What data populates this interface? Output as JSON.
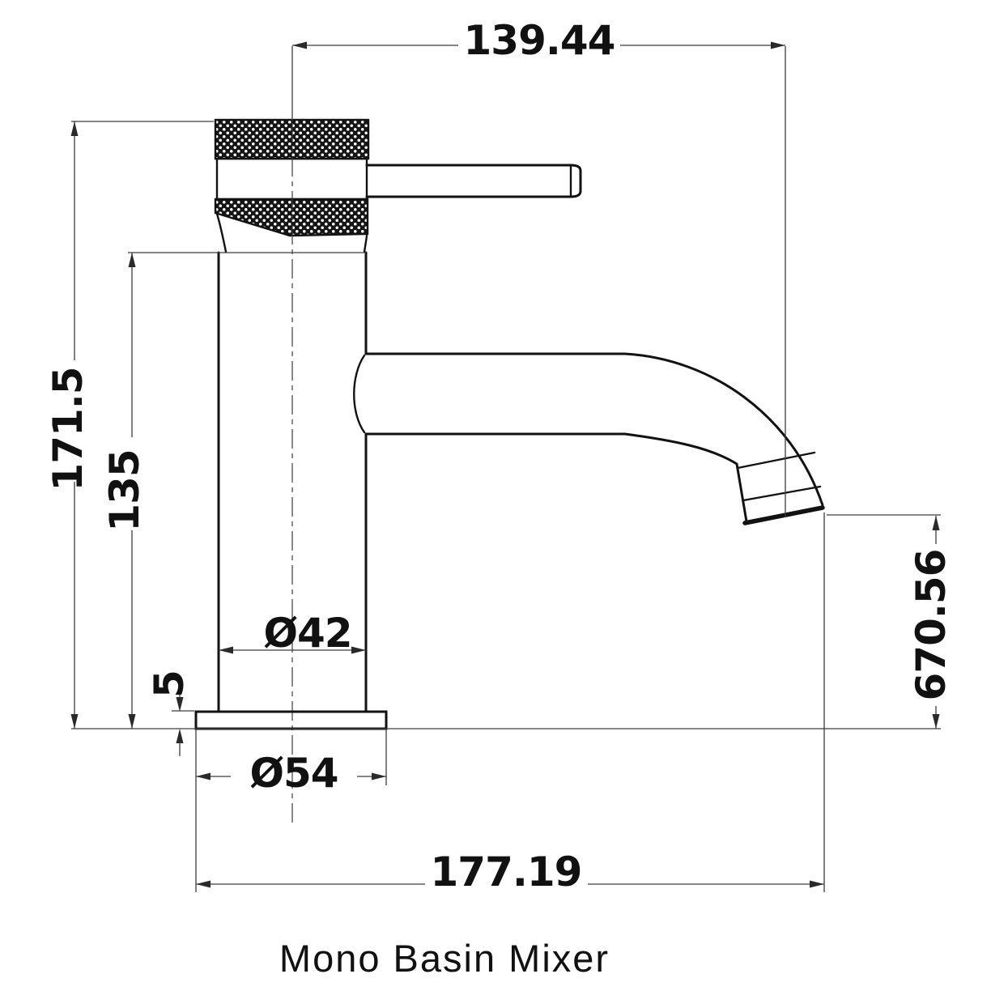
{
  "drawing": {
    "caption": "Mono Basin Mixer",
    "dimensions": {
      "top_width": "139.44",
      "overall_height": "171.5",
      "body_height": "135",
      "base_plate_thickness": "5",
      "body_diameter": "Ø42",
      "base_diameter": "Ø54",
      "spout_outlet_height": "670.56",
      "overall_depth": "177.19"
    },
    "colors": {
      "object_line": "#121212",
      "dimension_line": "#3d3d3d",
      "text": "#111111",
      "background": "#ffffff"
    }
  }
}
